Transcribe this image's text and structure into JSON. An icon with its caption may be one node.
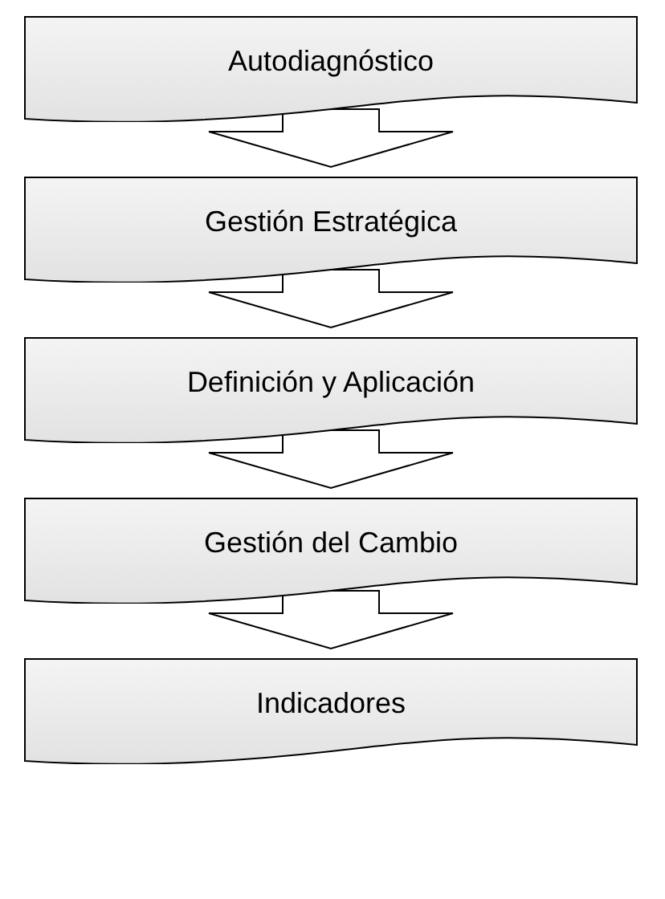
{
  "diagram": {
    "nodes": [
      {
        "text": [
          "Autodiagnóstico"
        ]
      },
      {
        "text": [
          "Gestión Estratégica"
        ]
      },
      {
        "text": [
          "Definición y Aplicación"
        ]
      },
      {
        "text": [
          "Gestión del Cambio"
        ]
      },
      {
        "text": [
          "Indicadores"
        ]
      }
    ],
    "edges": [
      {
        "from": 0,
        "to": 1,
        "arrow": "to"
      },
      {
        "from": 1,
        "to": 2,
        "arrow": "to"
      },
      {
        "from": 2,
        "to": 3,
        "arrow": "to"
      },
      {
        "from": 3,
        "to": 4,
        "arrow": "to"
      }
    ]
  }
}
